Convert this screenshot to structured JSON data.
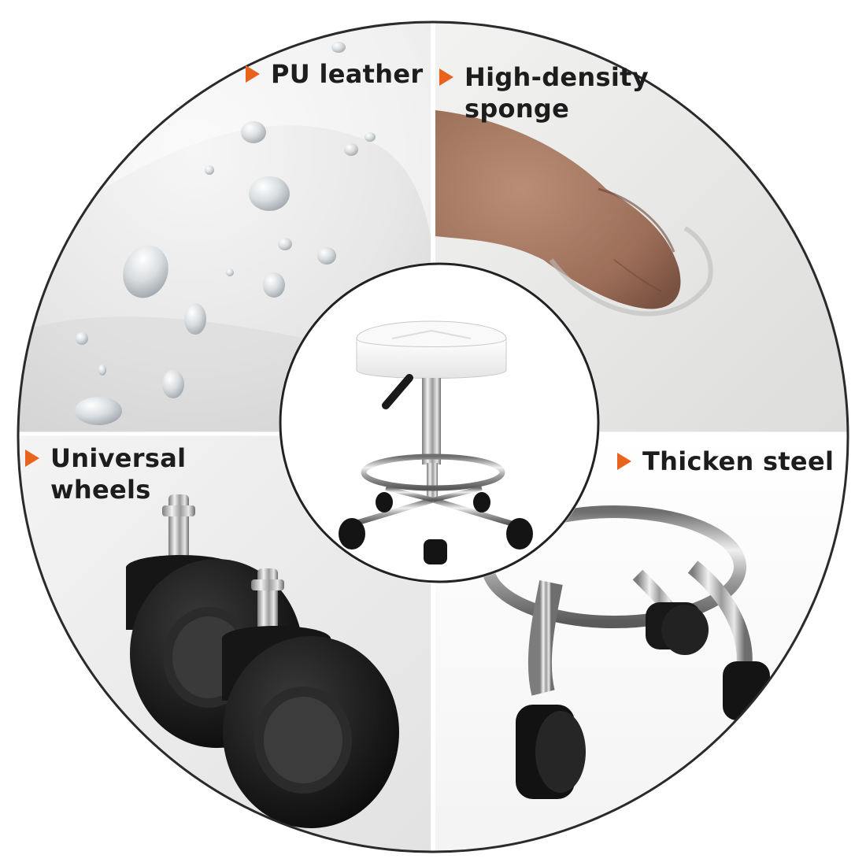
{
  "features": {
    "pu_leather": {
      "line1": "PU leather"
    },
    "sponge": {
      "line1": "High-density",
      "line2": "sponge"
    },
    "wheels": {
      "line1": "Universal",
      "line2": "wheels"
    },
    "steel": {
      "line1": "Thicken steel"
    }
  },
  "colors": {
    "accent": "#e8641e",
    "ring": "#2a2a2a",
    "text": "#1d1d1d"
  },
  "icons": {
    "bullet": "orange-triangle-icon"
  }
}
